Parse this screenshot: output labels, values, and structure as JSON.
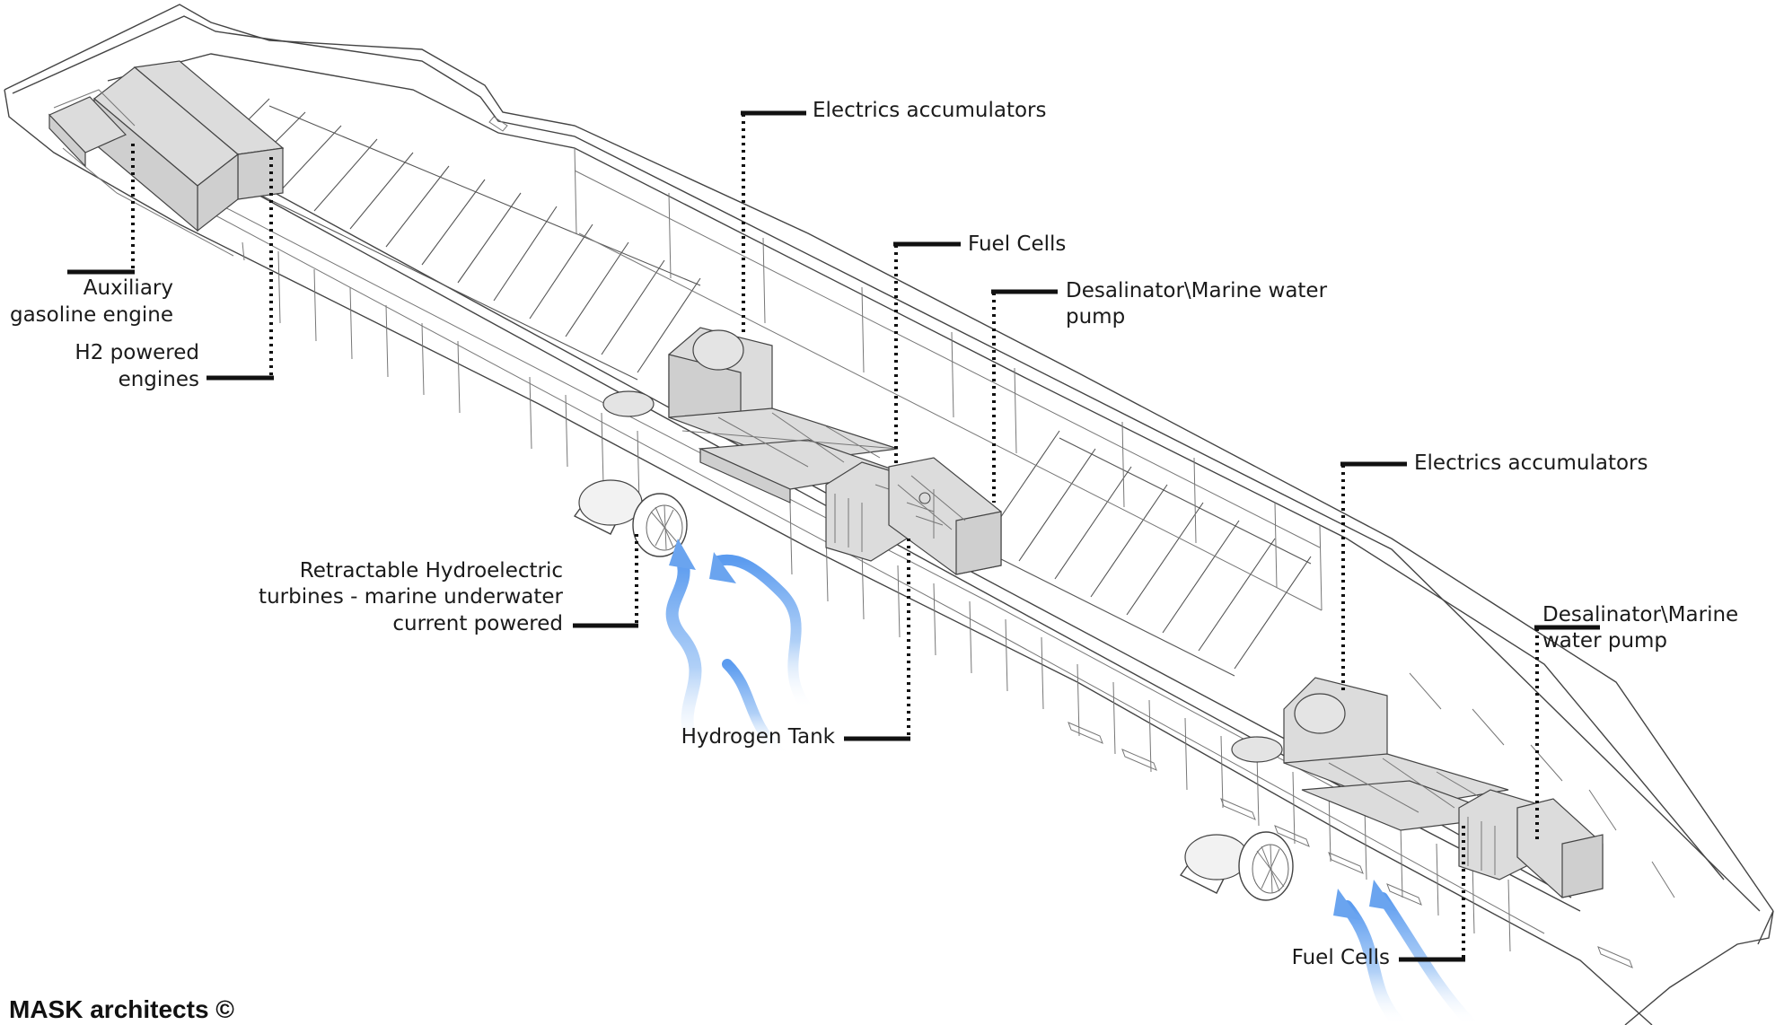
{
  "labels": {
    "aux_engine_line1": "Auxiliary",
    "aux_engine_line2": "gasoline engine",
    "h2_engines_line1": "H2 powered",
    "h2_engines_line2": "engines",
    "accumulators_1": "Electrics accumulators",
    "fuel_cells_1": "Fuel Cells",
    "desalinator_1_line1": "Desalinator\\Marine water",
    "desalinator_1_line2": "pump",
    "turbines_line1": "Retractable Hydroelectric",
    "turbines_line2": "turbines - marine underwater",
    "turbines_line3": "current powered",
    "hydrogen_tank": "Hydrogen Tank",
    "accumulators_2": "Electrics accumulators",
    "desalinator_2_line1": "Desalinator\\Marine",
    "desalinator_2_line2": "water pump",
    "fuel_cells_2": "Fuel Cells"
  },
  "credit": "MASK architects ©",
  "colors": {
    "line": "#444444",
    "component_fill": "#dcdcdc",
    "leader": "#111111",
    "water_flow": "#7fb2f0"
  }
}
